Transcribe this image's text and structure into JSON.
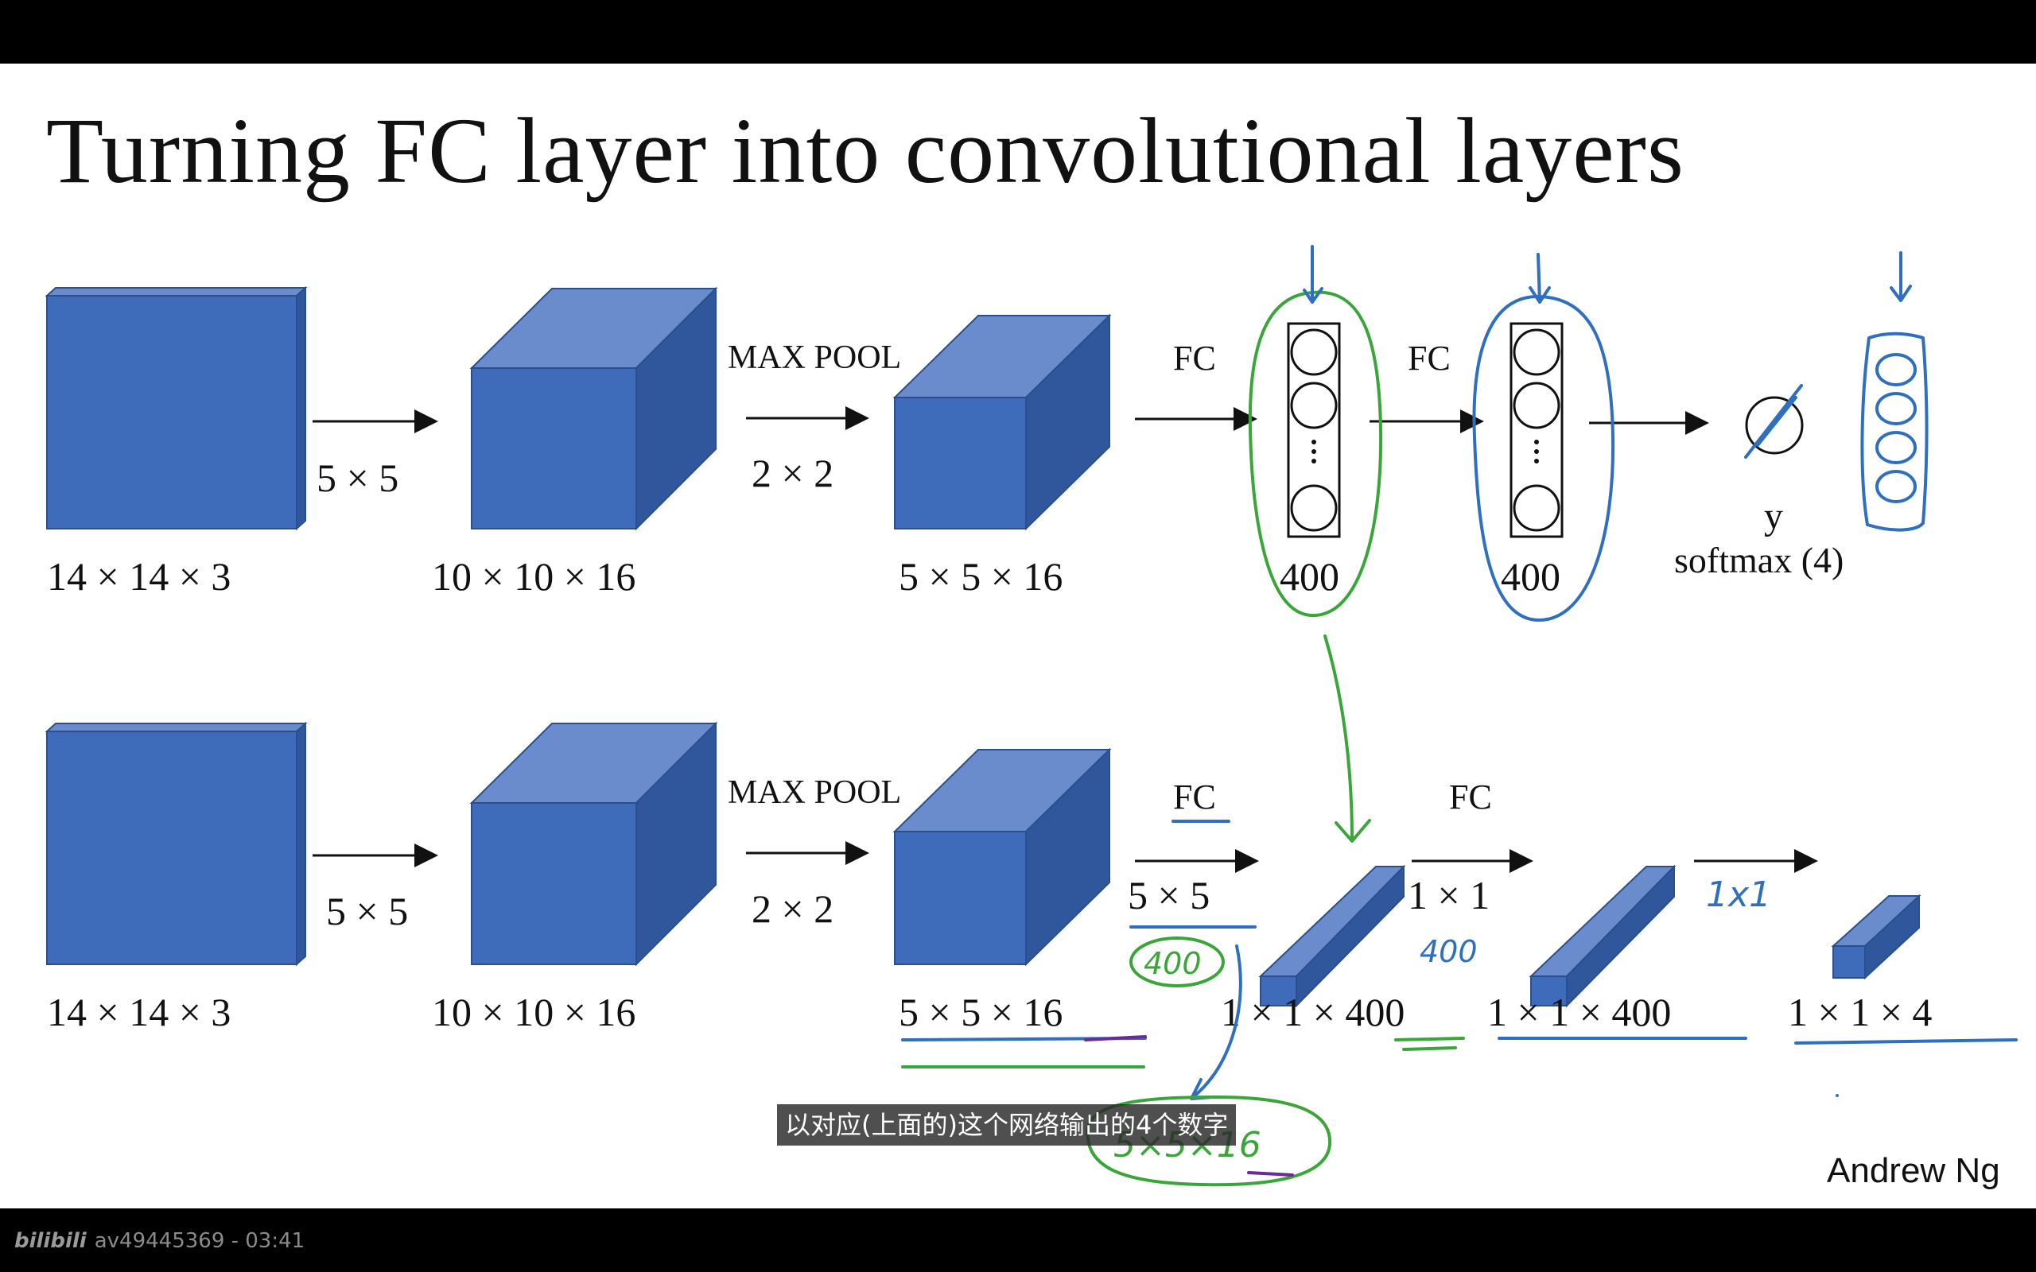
{
  "slide": {
    "title": "Turning FC layer into convolutional layers",
    "author": "Andrew Ng"
  },
  "top_row": {
    "labels": {
      "input_dims": "14 × 14 × 3",
      "conv_filter": "5 × 5",
      "conv_dims": "10 × 10 × 16",
      "pool_name": "MAX POOL",
      "pool_size": "2 × 2",
      "pool_dims": "5 × 5 × 16",
      "fc1": "FC",
      "fc1_units": "400",
      "fc2": "FC",
      "fc2_units": "400",
      "output_symbol": "y",
      "output_name": "softmax (4)"
    }
  },
  "bottom_row": {
    "labels": {
      "input_dims": "14 × 14 × 3",
      "conv_filter": "5 × 5",
      "conv_dims": "10 × 10 × 16",
      "pool_name": "MAX POOL",
      "pool_size": "2 × 2",
      "pool_dims": "5 × 5 × 16",
      "fc1": "FC",
      "fc1_filter": "5 × 5",
      "fc1_dims": "1 × 1 × 400",
      "fc2": "FC",
      "fc2_filter": "1 × 1",
      "fc2_dims": "1 × 1 × 400",
      "out_dims": "1 × 1 × 4"
    }
  },
  "annotations": {
    "handwritten_400_a": "400",
    "handwritten_400_b": "400",
    "handwritten_1x1": "1x1",
    "handwritten_5x5x16": "5×5×16"
  },
  "subtitle": {
    "text": "以对应(上面的)这个网络输出的4个数字"
  },
  "watermark": {
    "logo": "bilibili",
    "video_info": "av49445369 - 03:41"
  },
  "colors": {
    "cube_front": "#3f6bbb",
    "cube_top": "#6a8ccc",
    "cube_side": "#30569b",
    "ink_green": "#3aa63a",
    "ink_blue": "#2f6fc0",
    "ink_purple": "#6a2a9a"
  }
}
